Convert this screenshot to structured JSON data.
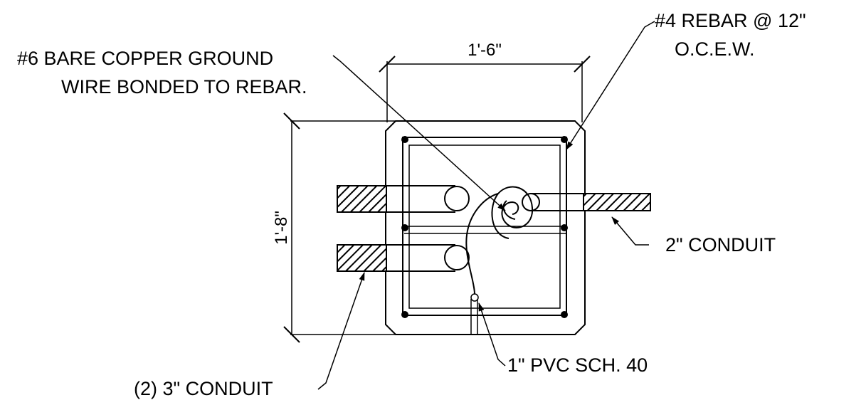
{
  "labels": {
    "ground_wire_line1": "#6 BARE COPPER GROUND",
    "ground_wire_line2": "WIRE BONDED TO REBAR.",
    "rebar_line1": "#4 REBAR @ 12\"",
    "rebar_line2": "O.C.E.W.",
    "conduit_2in": "2\" CONDUIT",
    "conduit_3in": "(2) 3\" CONDUIT",
    "pvc": "1\" PVC SCH. 40"
  },
  "dimensions": {
    "width": "1'-6\"",
    "height": "1'-8\""
  }
}
